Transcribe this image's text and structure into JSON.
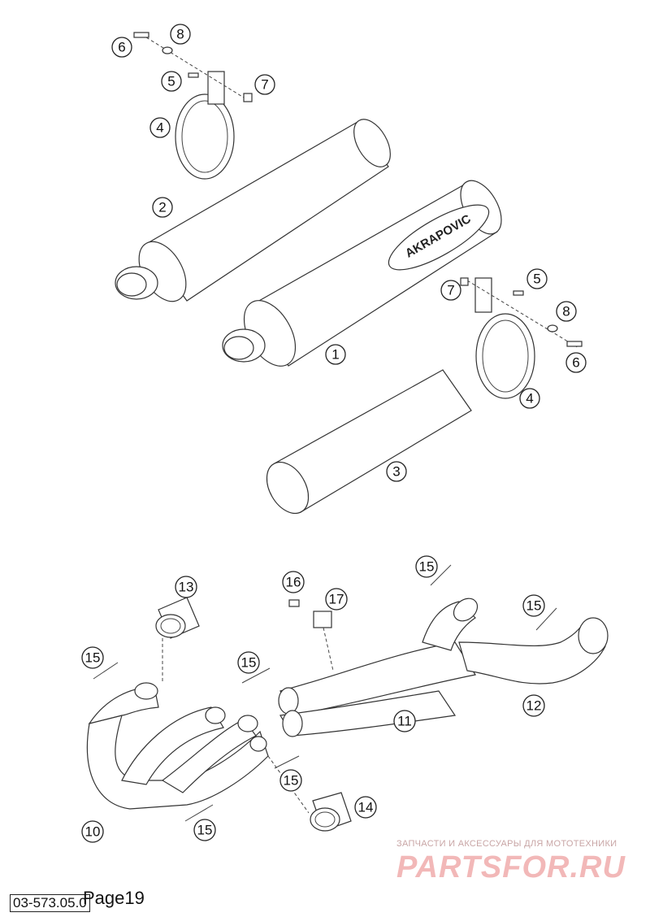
{
  "diagram": {
    "callouts": [
      "1",
      "2",
      "3",
      "4",
      "4",
      "5",
      "5",
      "6",
      "6",
      "7",
      "7",
      "8",
      "8",
      "10",
      "11",
      "12",
      "13",
      "14",
      "15",
      "15",
      "15",
      "15",
      "15",
      "16",
      "17"
    ],
    "brand_mark": "AKRAPOVIC"
  },
  "footer": {
    "page_label": "Page19",
    "doc_code": "03-573.05.0"
  },
  "watermark": {
    "tagline": "ЗАПЧАСТИ И АКСЕССУАРЫ ДЛЯ МОТОТЕХНИКИ",
    "logo": "PARTSFOR.RU"
  }
}
